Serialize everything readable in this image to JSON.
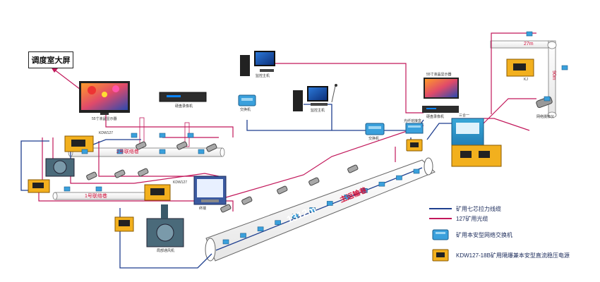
{
  "diagram": {
    "big_screen_title": "调度室大屏",
    "tunnel_main_length": "1312m",
    "tunnel_main_label": "主运输巷",
    "right_tunnel_length": "27m",
    "right_tunnel_length_2": "90m",
    "left_tunnel_label_1": "2号联络巷",
    "left_tunnel_label_2": "1号联络巷",
    "labels": {
      "tv": "55寸液晶显示器",
      "nvr": "硬盘录像机",
      "pc_top": "监控主机",
      "pc_mid": "监控主机",
      "switch_top": "交换机",
      "switch_mid": "交换机",
      "right_monitor": "55寸液晶显示器",
      "right_nvr": "硬盘录像机",
      "fiber_box": "光纤熔接盒",
      "cabinet": "三合一",
      "kj_left": "KDW127",
      "kj_mid": "KDW127",
      "kj_right": "KJ",
      "camera": "网络摄像仪",
      "terminal": "终端",
      "fan": "局部通风机",
      "switch_small": "交换机"
    },
    "legend": [
      {
        "label": "矿用七芯拉力线缆",
        "color": "#1f3f8f"
      },
      {
        "label": "127矿用光缆",
        "color": "#c2185b"
      },
      {
        "label": "矿用本安型网络交换机",
        "color": "#3aa0dc"
      },
      {
        "label": "KDW127-18B矿用隔爆兼本安型直流稳压电源",
        "color": "#f2b01e"
      }
    ],
    "colors": {
      "blue_cable": "#1f3f8f",
      "pink_cable": "#c2185b",
      "switch": "#3aa0dc",
      "power": "#f2b01e"
    }
  }
}
